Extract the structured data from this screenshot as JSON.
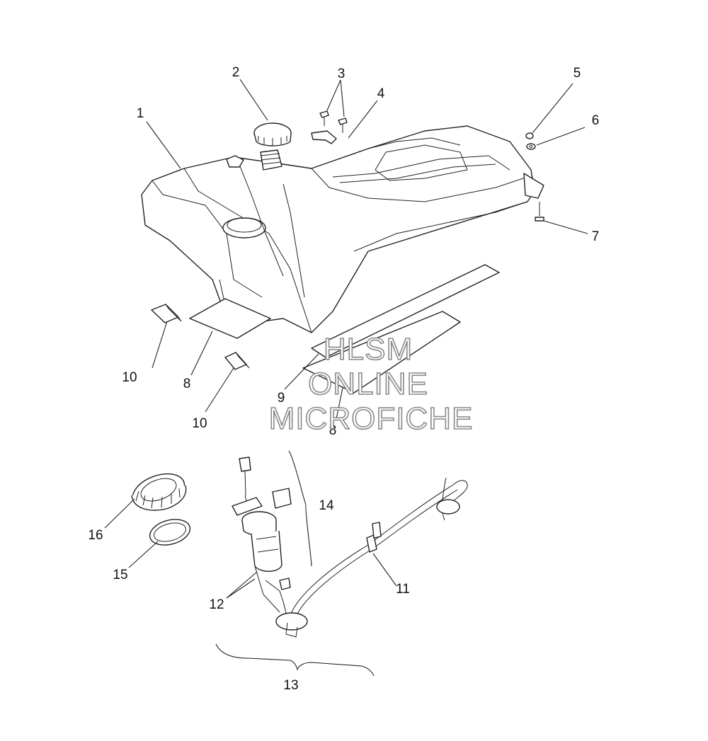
{
  "watermark": {
    "line1": "HLSM",
    "line2": "ONLINE",
    "line3": "MICROFICHE"
  },
  "callouts": [
    "1",
    "2",
    "3",
    "4",
    "5",
    "6",
    "7",
    "8",
    "9",
    "10",
    "10",
    "8",
    "16",
    "14",
    "15",
    "12",
    "11",
    "13"
  ]
}
